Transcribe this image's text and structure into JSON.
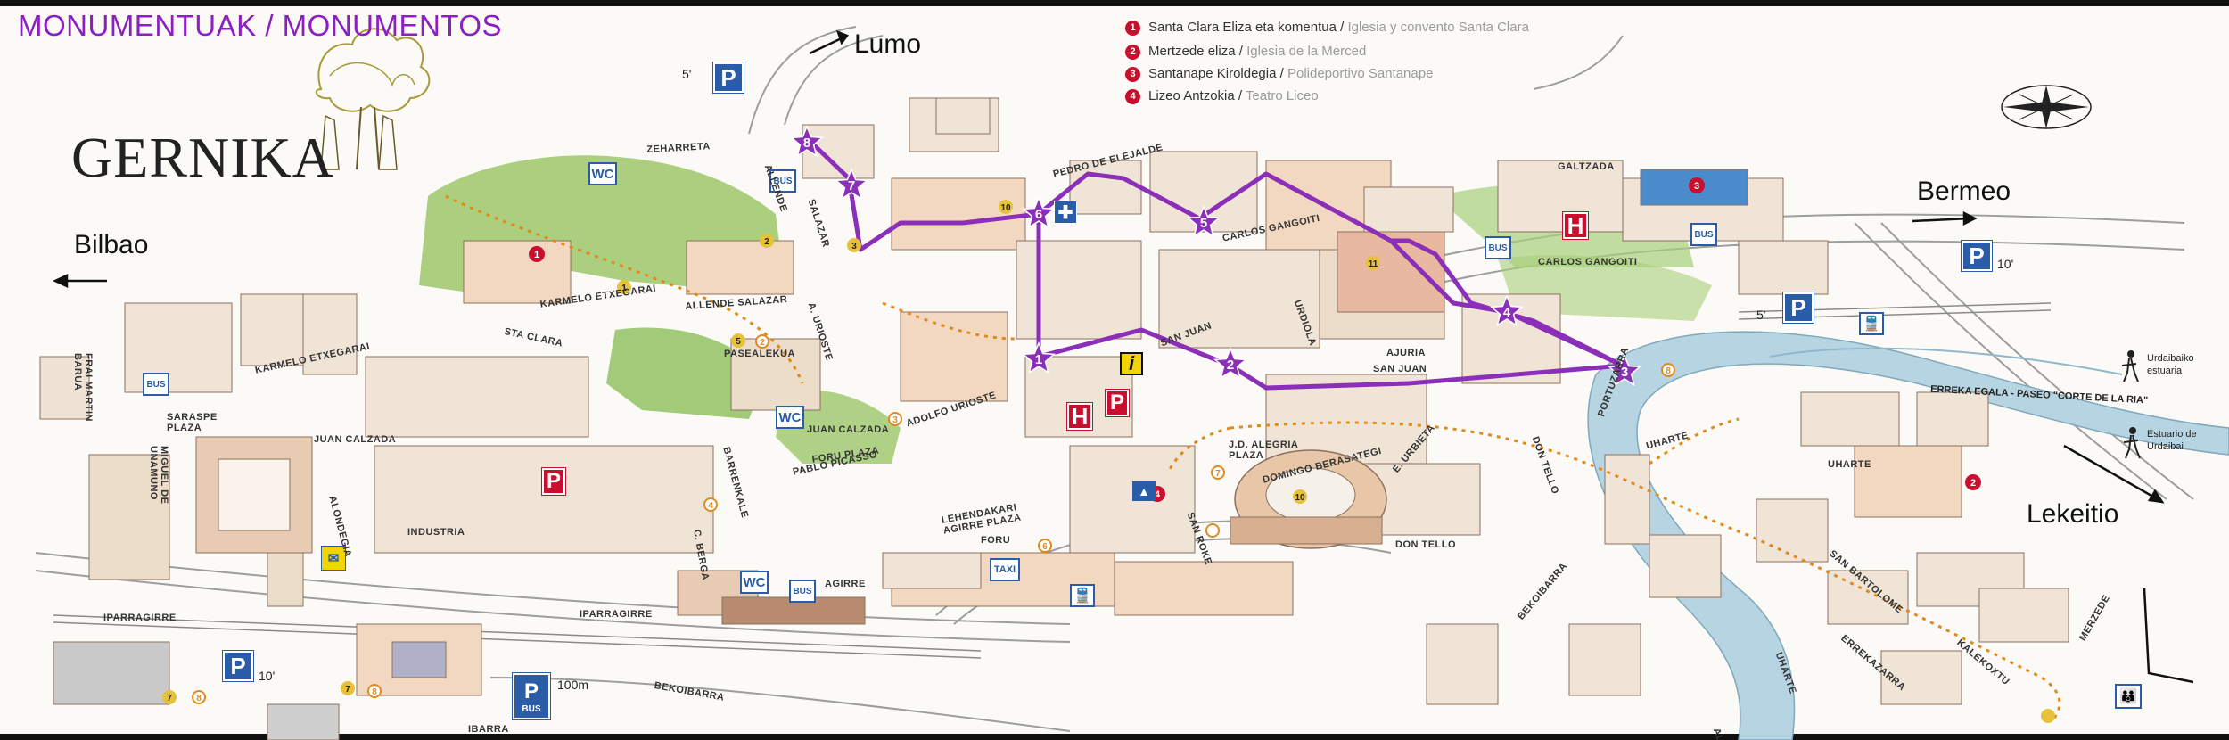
{
  "header": {
    "title": "MONUMENTUAK / MONUMENTOS",
    "logo_text": "GERNIKA"
  },
  "legend": [
    {
      "num": "1",
      "eu": "Santa Clara Eliza eta komentua",
      "sep": " / ",
      "es": "Iglesia y convento Santa Clara"
    },
    {
      "num": "2",
      "eu": "Mertzede eliza",
      "sep": " / ",
      "es": "Iglesia de la Merced"
    },
    {
      "num": "3",
      "eu": "Santanape Kiroldegia",
      "sep": " / ",
      "es": "Polideportivo Santanape"
    },
    {
      "num": "4",
      "eu": "Lizeo Antzokia",
      "sep": " / ",
      "es": "Teatro Liceo"
    }
  ],
  "directions": {
    "lumo": "Lumo",
    "bilbao": "Bilbao",
    "bermeo": "Bermeo",
    "lekeitio": "Lekeitio"
  },
  "times": {
    "p_lumo": "5'",
    "p_bermeo": "10'",
    "p_bottom": "10'",
    "p_center": "5'",
    "bus_distance": "100m"
  },
  "trail_labels": {
    "urdaibai_estuaria": "Urdaibaiko\nestuaria",
    "estuario": "Estuario de\nUrdaibai",
    "paseo": "ERREKA EGALA - PASEO \"CORTE DE LA RIA\""
  },
  "streets": {
    "zeharreta": "ZEHARRETA",
    "allende": "ALLENDE",
    "salazar": "SALAZAR",
    "pedro": "PEDRO DE ELEJALDE",
    "galtzada": "GALTZADA",
    "carlos1": "CARLOS GANGOITI",
    "carlos2": "CARLOS GANGOITI",
    "sta_clara": "STA CLARA",
    "karmelo1": "KARMELO ETXEGARAI",
    "karmelo2": "KARMELO ETXEGARAI",
    "allende_salazar": "ALLENDE SALAZAR",
    "a_urioste": "A. URIOSTE",
    "pasealekua": "PASEALEKUA",
    "juan_calzada1": "JUAN CALZADA",
    "juan_calzada2": "JUAN CALZADA",
    "frai": "FRAI MARTIN\nBARUA",
    "sarasape": "SARASPE\nPLAZA",
    "miguel": "MIGUEL DE\nUNAMUNO",
    "alondegia": "ALONDEGIA",
    "industria": "INDUSTRIA",
    "iparragirre1": "IPARRAGIRRE",
    "iparragirre2": "IPARRAGIRRE",
    "c_berga": "C. BERGA",
    "pablo": "PABLO PICASSO",
    "adolfo": "ADOLFO URIOSTE",
    "barrenkale": "BARRENKALE",
    "agirre": "AGIRRE",
    "lehendakari": "LEHENDAKARI\nAGIRRE PLAZA",
    "foru_plaza": "FORU PLAZA",
    "san_roke": "SAN ROKE",
    "foru": "FORU",
    "j_alegria": "J.D. ALEGRIA\nPLAZA",
    "domingo": "DOMINGO BERASATEGI",
    "don_tello1": "DON TELLO",
    "don_tello2": "DON TELLO",
    "e_urbieta": "E. URBIETA",
    "san_juan1": "SAN JUAN",
    "san_juan2": "SAN JUAN",
    "urdiola": "URDIOLA",
    "portuzarra": "PORTUZARRA",
    "uharte1": "UHARTE",
    "uharte2": "UHARTE",
    "uharte3": "UHARTE",
    "san_bartolome": "SAN BARTOLOME",
    "errekazarra": "ERREKAZARRA",
    "kalekoxtu": "KALEKOXTU",
    "merzede": "MERZEDE",
    "bekoibarra1": "BEKOIBARRA",
    "bekoibarra2": "BEKOIBARRA",
    "ibarra": "IBARRA",
    "ajuria": "AJURIA",
    "alb": "ALB"
  },
  "route_stops": [
    "1",
    "2",
    "3",
    "4",
    "5",
    "6",
    "7",
    "8"
  ],
  "signs": {
    "p": "P",
    "wc": "WC",
    "bus": "BUS",
    "h": "H",
    "taxi": "TAXI",
    "info": "i"
  },
  "colors": {
    "route": "#8b2fb8",
    "star": "#8b2fb8",
    "monument_marker": "#c8102e",
    "parking": "#2a5ca8",
    "dotted_trail": "#e08a1e",
    "river": "#a9c9d9",
    "park": "#8bbf5a"
  }
}
